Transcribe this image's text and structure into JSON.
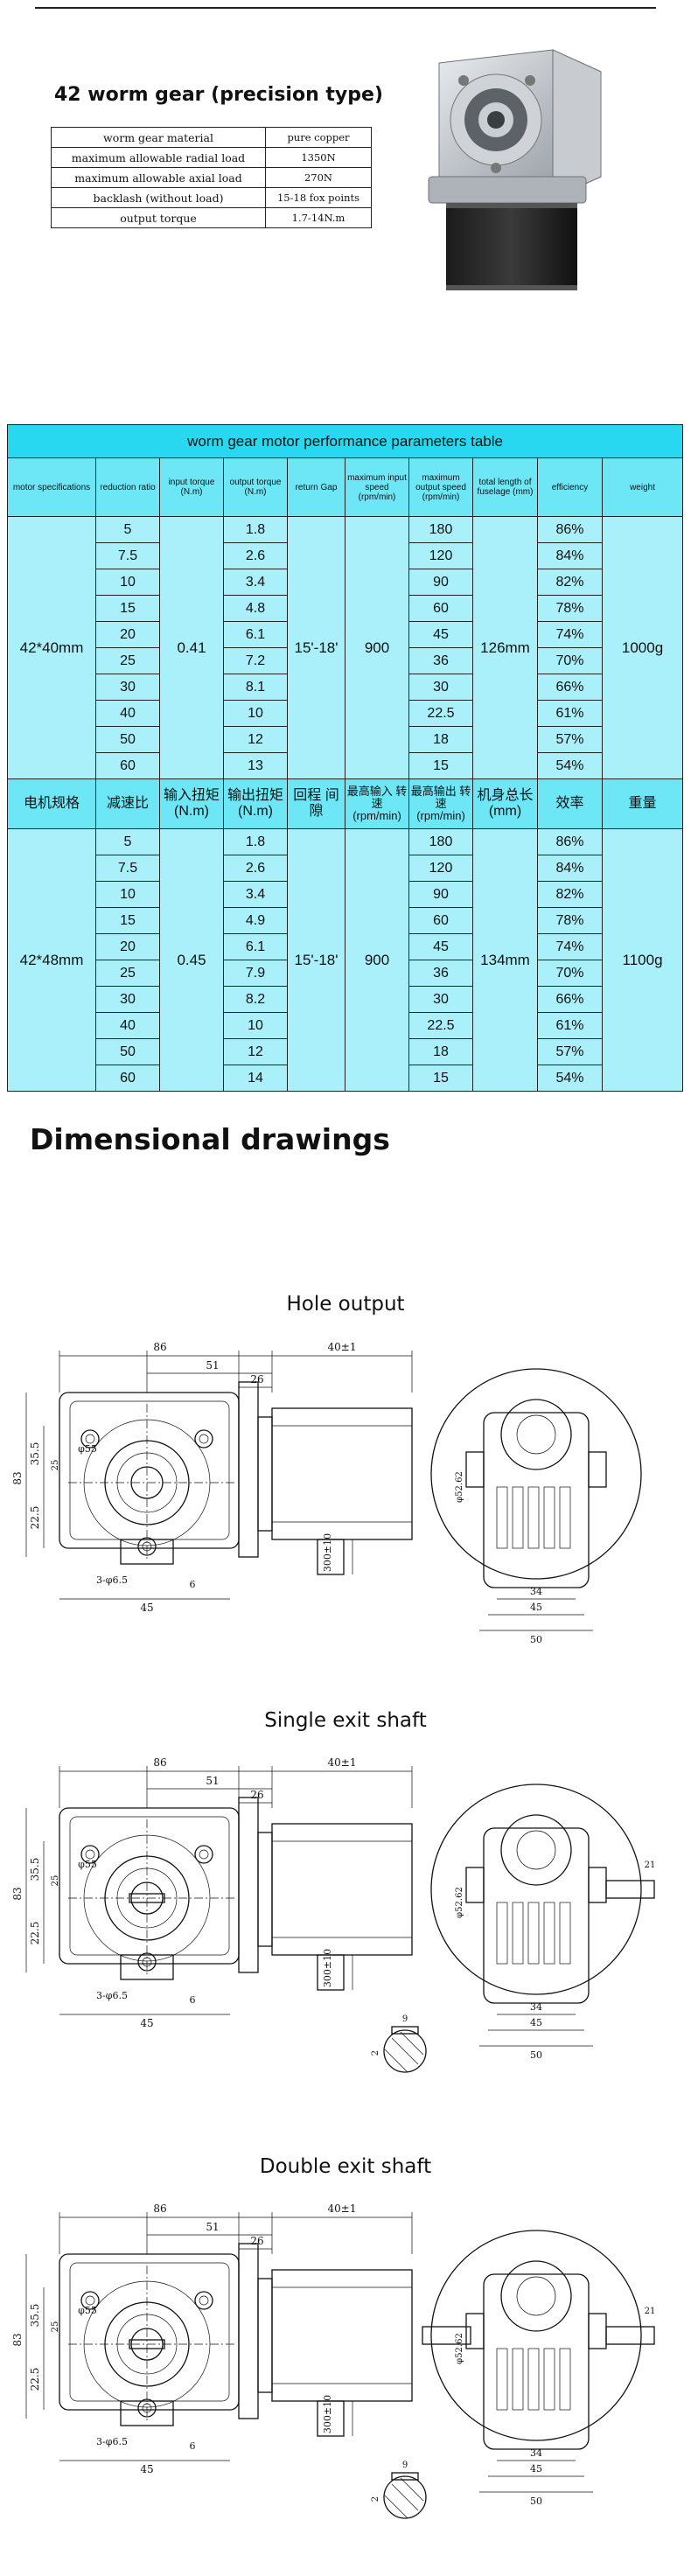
{
  "spec": {
    "title": "42 worm gear (precision type)",
    "rows": [
      {
        "k": "worm gear material",
        "v": "pure copper"
      },
      {
        "k": "maximum allowable radial load",
        "v": "1350N"
      },
      {
        "k": "maximum allowable axial load",
        "v": "270N"
      },
      {
        "k": "backlash (without load)",
        "v": "15-18 fox points"
      },
      {
        "k": "output torque",
        "v": "1.7-14N.m"
      }
    ]
  },
  "perf": {
    "title": "worm gear motor performance parameters table",
    "headers_en": [
      "motor specifications",
      "reduction ratio",
      "input torque (N.m)",
      "output torque (N.m)",
      "return Gap",
      "maximum input speed (rpm/min)",
      "maximum output speed (rpm/min)",
      "total length of fuselage (mm)",
      "efficiency",
      "weight"
    ],
    "headers_cn": [
      "电机规格",
      "减速比",
      "输入扭矩 (N.m)",
      "输出扭矩 (N.m)",
      "回程 间隙",
      "最高输入 转速 (rpm/min)",
      "最高输出 转速 (rpm/min)",
      "机身总长 (mm)",
      "效率",
      "重量"
    ],
    "groups": [
      {
        "motor": "42*40mm",
        "input_torque": "0.41",
        "gap": "15'-18'",
        "input_speed": "900",
        "length": "126mm",
        "weight": "1000g",
        "ratio": [
          "5",
          "7.5",
          "10",
          "15",
          "20",
          "25",
          "30",
          "40",
          "50",
          "60"
        ],
        "output_torque": [
          "1.8",
          "2.6",
          "3.4",
          "4.8",
          "6.1",
          "7.2",
          "8.1",
          "10",
          "12",
          "13"
        ],
        "output_speed": [
          "180",
          "120",
          "90",
          "60",
          "45",
          "36",
          "30",
          "22.5",
          "18",
          "15"
        ],
        "efficiency": [
          "86%",
          "84%",
          "82%",
          "78%",
          "74%",
          "70%",
          "66%",
          "61%",
          "57%",
          "54%"
        ]
      },
      {
        "motor": "42*48mm",
        "input_torque": "0.45",
        "gap": "15'-18'",
        "input_speed": "900",
        "length": "134mm",
        "weight": "1100g",
        "ratio": [
          "5",
          "7.5",
          "10",
          "15",
          "20",
          "25",
          "30",
          "40",
          "50",
          "60"
        ],
        "output_torque": [
          "1.8",
          "2.6",
          "3.4",
          "4.9",
          "6.1",
          "7.9",
          "8.2",
          "10",
          "12",
          "14"
        ],
        "output_speed": [
          "180",
          "120",
          "90",
          "60",
          "45",
          "36",
          "30",
          "22.5",
          "18",
          "15"
        ],
        "efficiency": [
          "86%",
          "84%",
          "82%",
          "78%",
          "74%",
          "70%",
          "66%",
          "61%",
          "57%",
          "54%"
        ]
      }
    ]
  },
  "drawings": {
    "title": "Dimensional drawings",
    "sections": [
      "Hole output",
      "Single exit shaft",
      "Double exit shaft"
    ],
    "dims": {
      "overall": "86",
      "d51": "51",
      "d26": "26",
      "motor": "40±1",
      "phi55": "φ55",
      "h83": "83",
      "h35_5": "35.5",
      "h22_5": "22.5",
      "bore": "25",
      "holes": "3-φ6.5",
      "d6": "6",
      "d45": "45",
      "cable": "300±10",
      "w34": "34",
      "w45": "45",
      "w50": "50",
      "side_phi": "φ52.62",
      "k9": "9",
      "k2": "2",
      "k21": "21"
    }
  }
}
